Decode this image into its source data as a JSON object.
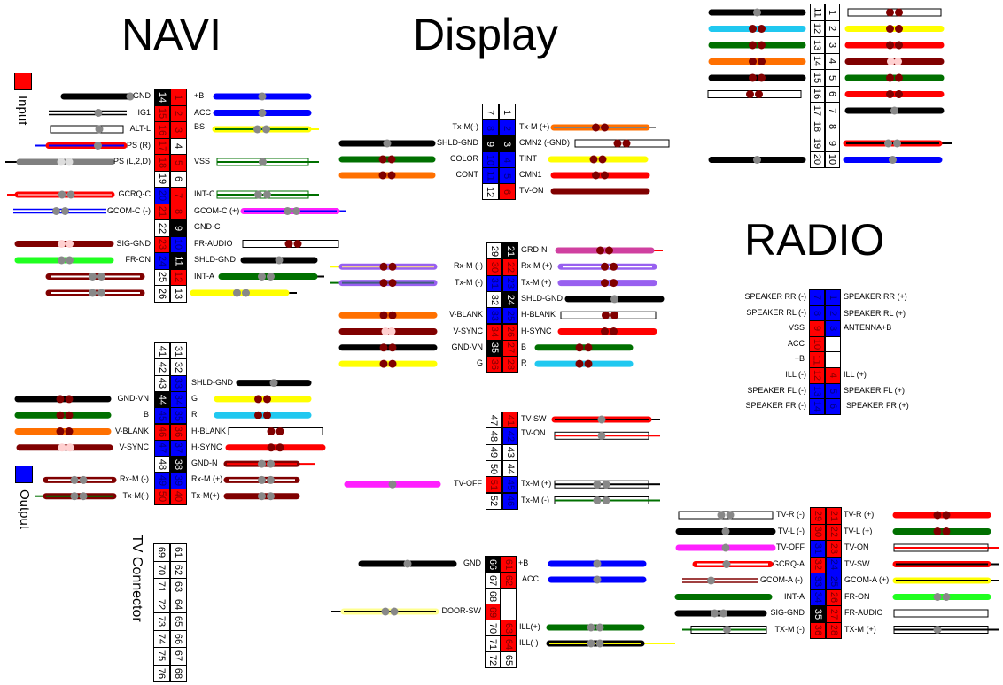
{
  "titles": {
    "navi": "NAVI",
    "display": "Display",
    "radio": "RADIO"
  },
  "legend": {
    "input_label": "Input",
    "input_color": "#ff0000",
    "output_label": "Output",
    "output_color": "#0000ff"
  },
  "tv_connector_label": "TV Connector",
  "colors": {
    "red": "#ff0000",
    "blue": "#0000ff",
    "black": "#000000",
    "white": "#ffffff"
  },
  "navi": {
    "top_left_labels": [
      "GND",
      "IG1",
      "ALT-L",
      "PS (R)",
      "PS (L,2,D)",
      "GCRQ-C",
      "GCOM-C (-)",
      "SIG-GND",
      "FR-ON"
    ],
    "top_right_labels": [
      "+B",
      "ACC",
      "BS",
      "VSS",
      "INT-C",
      "GCOM-C (+)",
      "GND-C",
      "FR-AUDIO",
      "SHLD-GND",
      "INT-A"
    ],
    "top_pins_left": [
      {
        "n": "14",
        "c": "k"
      },
      {
        "n": "15",
        "c": "r"
      },
      {
        "n": "16",
        "c": "r"
      },
      {
        "n": "17",
        "c": "r"
      },
      {
        "n": "18",
        "c": "r"
      },
      {
        "n": "19",
        "c": "w"
      },
      {
        "n": "20",
        "c": "b"
      },
      {
        "n": "21",
        "c": "r"
      },
      {
        "n": "22",
        "c": "w"
      },
      {
        "n": "23",
        "c": "r"
      },
      {
        "n": "24",
        "c": "b"
      },
      {
        "n": "25",
        "c": "w"
      },
      {
        "n": "26",
        "c": "w"
      }
    ],
    "top_pins_right": [
      {
        "n": "1",
        "c": "r"
      },
      {
        "n": "2",
        "c": "r"
      },
      {
        "n": "3",
        "c": "r"
      },
      {
        "n": "4",
        "c": "w"
      },
      {
        "n": "5",
        "c": "r"
      },
      {
        "n": "6",
        "c": "w"
      },
      {
        "n": "7",
        "c": "r"
      },
      {
        "n": "8",
        "c": "r"
      },
      {
        "n": "9",
        "c": "k"
      },
      {
        "n": "10",
        "c": "b"
      },
      {
        "n": "11",
        "c": "k"
      },
      {
        "n": "12",
        "c": "r"
      },
      {
        "n": "13",
        "c": "w"
      }
    ],
    "bottom_left_labels": [
      "GND-VN",
      "B",
      "V-BLANK",
      "V-SYNC",
      "Rx-M (-)",
      "Tx-M(-)"
    ],
    "bottom_right_labels": [
      "SHLD-GND",
      "G",
      "R",
      "H-BLANK",
      "H-SYNC",
      "GND-N",
      "Rx-M (+)",
      "Tx-M(+)"
    ],
    "bottom_pins_left": [
      {
        "n": "41",
        "c": "w"
      },
      {
        "n": "42",
        "c": "w"
      },
      {
        "n": "43",
        "c": "w"
      },
      {
        "n": "44",
        "c": "k"
      },
      {
        "n": "45",
        "c": "b"
      },
      {
        "n": "46",
        "c": "r"
      },
      {
        "n": "47",
        "c": "b"
      },
      {
        "n": "48",
        "c": "w"
      },
      {
        "n": "49",
        "c": "b"
      },
      {
        "n": "50",
        "c": "r"
      }
    ],
    "bottom_pins_right": [
      {
        "n": "31",
        "c": "w"
      },
      {
        "n": "32",
        "c": "w"
      },
      {
        "n": "33",
        "c": "b"
      },
      {
        "n": "34",
        "c": "b"
      },
      {
        "n": "35",
        "c": "b"
      },
      {
        "n": "36",
        "c": "r"
      },
      {
        "n": "37",
        "c": "b"
      },
      {
        "n": "38",
        "c": "k"
      },
      {
        "n": "39",
        "c": "b"
      },
      {
        "n": "40",
        "c": "r"
      }
    ],
    "tv_pins_left": [
      "69",
      "70",
      "71",
      "72",
      "73",
      "74",
      "75",
      "76"
    ],
    "tv_pins_right": [
      "61",
      "62",
      "63",
      "64",
      "65",
      "66",
      "67",
      "68"
    ]
  },
  "display": {
    "a_left_labels": [
      "Tx-M(-)",
      "SHLD-GND",
      "COLOR",
      "CONT"
    ],
    "a_right_labels": [
      "Tx-M (+)",
      "CMN2 (-GND)",
      "TINT",
      "CMN1",
      "TV-ON"
    ],
    "a_pins_left": [
      {
        "n": "7",
        "c": "w"
      },
      {
        "n": "8",
        "c": "b"
      },
      {
        "n": "9",
        "c": "k"
      },
      {
        "n": "10",
        "c": "b"
      },
      {
        "n": "11",
        "c": "b"
      },
      {
        "n": "12",
        "c": "w"
      }
    ],
    "a_pins_right": [
      {
        "n": "1",
        "c": "w"
      },
      {
        "n": "2",
        "c": "b"
      },
      {
        "n": "3",
        "c": "k"
      },
      {
        "n": "4",
        "c": "b"
      },
      {
        "n": "5",
        "c": "b"
      },
      {
        "n": "6",
        "c": "r"
      }
    ],
    "b_left_labels": [
      "Rx-M (-)",
      "Tx-M (-)",
      "V-BLANK",
      "V-SYNC",
      "GND-VN",
      "G"
    ],
    "b_right_labels": [
      "GRD-N",
      "Rx-M (+)",
      "Tx-M (+)",
      "SHLD-GND",
      "H-BLANK",
      "H-SYNC",
      "B",
      "R"
    ],
    "b_pins_left": [
      {
        "n": "29",
        "c": "w"
      },
      {
        "n": "30",
        "c": "r"
      },
      {
        "n": "31",
        "c": "b"
      },
      {
        "n": "32",
        "c": "w"
      },
      {
        "n": "33",
        "c": "b"
      },
      {
        "n": "34",
        "c": "r"
      },
      {
        "n": "35",
        "c": "k"
      },
      {
        "n": "36",
        "c": "r"
      }
    ],
    "b_pins_right": [
      {
        "n": "21",
        "c": "k"
      },
      {
        "n": "22",
        "c": "r"
      },
      {
        "n": "23",
        "c": "b"
      },
      {
        "n": "24",
        "c": "k"
      },
      {
        "n": "25",
        "c": "b"
      },
      {
        "n": "26",
        "c": "r"
      },
      {
        "n": "27",
        "c": "r"
      },
      {
        "n": "28",
        "c": "r"
      }
    ],
    "c_left_labels": [
      "TV-OFF"
    ],
    "c_right_labels": [
      "TV-SW",
      "TV-ON",
      "Tx-M (+)",
      "Tx-M (-)"
    ],
    "c_pins_left": [
      {
        "n": "47",
        "c": "w"
      },
      {
        "n": "48",
        "c": "w"
      },
      {
        "n": "49",
        "c": "w"
      },
      {
        "n": "50",
        "c": "w"
      },
      {
        "n": "51",
        "c": "r"
      },
      {
        "n": "52",
        "c": "w"
      }
    ],
    "c_pins_right": [
      {
        "n": "41",
        "c": "r"
      },
      {
        "n": "42",
        "c": "b"
      },
      {
        "n": "43",
        "c": "w"
      },
      {
        "n": "44",
        "c": "w"
      },
      {
        "n": "45",
        "c": "b"
      },
      {
        "n": "46",
        "c": "b"
      }
    ],
    "d_left_labels": [
      "GND",
      "DOOR-SW"
    ],
    "d_right_labels": [
      "+B",
      "ACC",
      "ILL(+)",
      "ILL(-)"
    ],
    "d_pins_left": [
      {
        "n": "66",
        "c": "k"
      },
      {
        "n": "67",
        "c": "w"
      },
      {
        "n": "68",
        "c": "w"
      },
      {
        "n": "69",
        "c": "r"
      },
      {
        "n": "70",
        "c": "w"
      },
      {
        "n": "71",
        "c": "w"
      },
      {
        "n": "72",
        "c": "w"
      }
    ],
    "d_pins_right": [
      {
        "n": "61",
        "c": "r"
      },
      {
        "n": "62",
        "c": "r"
      },
      {
        "n": "",
        "c": "w"
      },
      {
        "n": "",
        "c": "w"
      },
      {
        "n": "63",
        "c": "r"
      },
      {
        "n": "64",
        "c": "r"
      },
      {
        "n": "65",
        "c": "w"
      }
    ]
  },
  "harness": {
    "pins_left": [
      "11",
      "12",
      "13",
      "14",
      "15",
      "16",
      "17",
      "18",
      "19",
      "20"
    ],
    "pins_right": [
      "1",
      "2",
      "3",
      "4",
      "5",
      "6",
      "7",
      "8",
      "9",
      "10"
    ]
  },
  "radio": {
    "a_left_labels": [
      "SPEAKER RR (-)",
      "SPEAKER RL (-)",
      "VSS",
      "ACC",
      "+B",
      "ILL (-)",
      "SPEAKER FL (-)",
      "SPEAKER FR (-)"
    ],
    "a_right_labels": [
      "SPEAKER RR (+)",
      "SPEAKER RL (+)",
      "ANTENNA+B",
      "ILL (+)",
      "SPEAKER FL (+)",
      "SPEAKER FR (+)"
    ],
    "a_pins_left": [
      {
        "n": "7",
        "c": "b"
      },
      {
        "n": "8",
        "c": "b"
      },
      {
        "n": "9",
        "c": "r"
      },
      {
        "n": "10",
        "c": "r"
      },
      {
        "n": "11",
        "c": "r"
      },
      {
        "n": "12",
        "c": "r"
      },
      {
        "n": "13",
        "c": "b"
      },
      {
        "n": "14",
        "c": "b"
      }
    ],
    "a_pins_right": [
      {
        "n": "1",
        "c": "b"
      },
      {
        "n": "2",
        "c": "b"
      },
      {
        "n": "3",
        "c": "b"
      },
      {
        "n": "",
        "c": "w"
      },
      {
        "n": "",
        "c": "w"
      },
      {
        "n": "4",
        "c": "r"
      },
      {
        "n": "5",
        "c": "b"
      },
      {
        "n": "6",
        "c": "b"
      }
    ],
    "b_left_labels": [
      "TV-R (-)",
      "TV-L (-)",
      "TV-OFF",
      "GCRQ-A",
      "GCOM-A (-)",
      "INT-A",
      "SIG-GND",
      "TX-M (-)"
    ],
    "b_right_labels": [
      "TV-R (+)",
      "TV-L (+)",
      "TV-ON",
      "TV-SW",
      "GCOM-A (+)",
      "FR-ON",
      "FR-AUDIO",
      "TX-M (+)"
    ],
    "b_pins_left": [
      {
        "n": "29",
        "c": "r"
      },
      {
        "n": "30",
        "c": "r"
      },
      {
        "n": "31",
        "c": "b"
      },
      {
        "n": "32",
        "c": "r"
      },
      {
        "n": "33",
        "c": "b"
      },
      {
        "n": "34",
        "c": "b"
      },
      {
        "n": "35",
        "c": "k"
      },
      {
        "n": "36",
        "c": "r"
      }
    ],
    "b_pins_right": [
      {
        "n": "21",
        "c": "r"
      },
      {
        "n": "22",
        "c": "r"
      },
      {
        "n": "23",
        "c": "r"
      },
      {
        "n": "24",
        "c": "b"
      },
      {
        "n": "25",
        "c": "b"
      },
      {
        "n": "26",
        "c": "r"
      },
      {
        "n": "27",
        "c": "r"
      },
      {
        "n": "28",
        "c": "r"
      }
    ]
  },
  "wire_colors": {
    "black": "#000000",
    "blue": "#0000ff",
    "red": "#ff0000",
    "green": "#007000",
    "yellow": "#ffff00",
    "orange": "#ff7000",
    "maroon": "#800000",
    "cyan": "#20c8f0",
    "magenta": "#ff20ff",
    "lime": "#20ff20",
    "purple": "#9860f0",
    "pink": "#d040a0",
    "gray": "#808080",
    "dot_dark": "#800000",
    "dot_gray": "#888888"
  }
}
